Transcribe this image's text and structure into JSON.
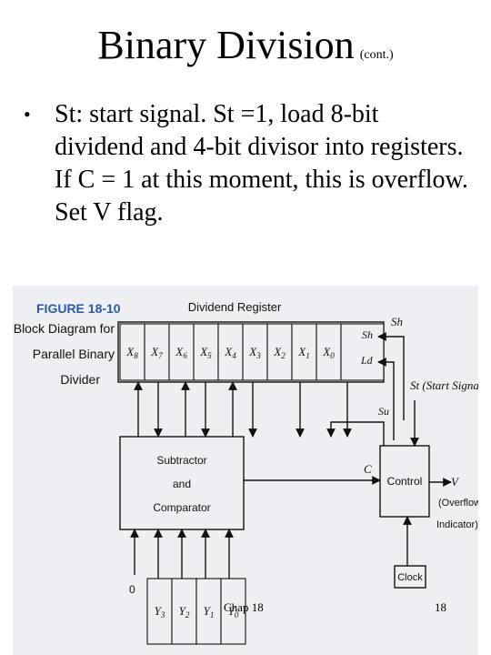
{
  "slide": {
    "title": "Binary Division",
    "title_suffix": "(cont.)",
    "bullet": "St: start signal. St =1, load 8-bit dividend and 4-bit divisor into registers. If C = 1 at this moment, this is overflow. Set V flag."
  },
  "figure": {
    "caption_number": "FIGURE 18-10",
    "caption_lines": [
      "Block Diagram for",
      "Parallel Binary",
      "Divider"
    ],
    "dividend_register_label": "Dividend Register",
    "dividend_cells": [
      "X8",
      "X7",
      "X6",
      "X5",
      "X4",
      "X3",
      "X2",
      "X1",
      "X0"
    ],
    "shift_label": "Sh",
    "load_label": "Ld",
    "start_signal_label": "St (Start Signal)",
    "subtract_label": "Su",
    "carry_label": "C",
    "subtractor_lines": [
      "Subtractor",
      "and",
      "Comparator"
    ],
    "control_label": "Control",
    "overflow_label": "V",
    "overflow_desc_lines": [
      "(Overflow",
      "Indicator)"
    ],
    "clock_label": "Clock",
    "divisor_zero_label": "0",
    "divisor_cells": [
      "Y3",
      "Y2",
      "Y1",
      "Y0"
    ]
  },
  "footer": {
    "chapter": "Chap 18",
    "page": "18"
  }
}
